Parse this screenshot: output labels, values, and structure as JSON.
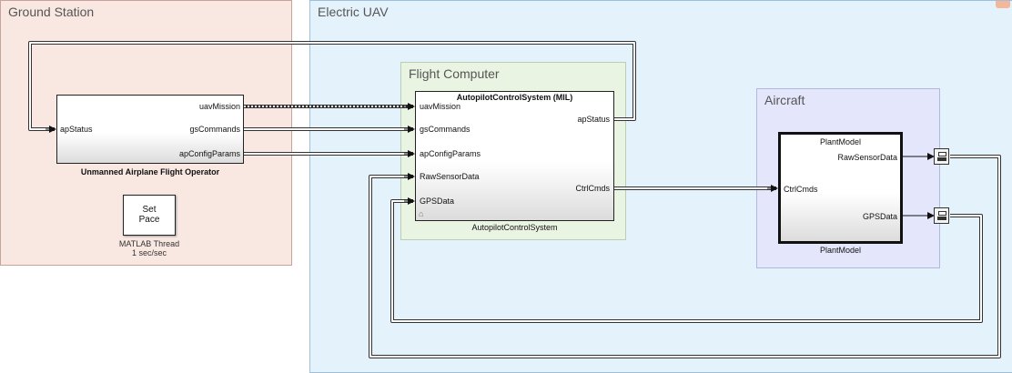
{
  "areas": {
    "ground_station": "Ground Station",
    "electric_uav": "Electric UAV",
    "flight_computer": "Flight Computer",
    "aircraft": "Aircraft"
  },
  "blocks": {
    "operator": {
      "name": "Unmanned Airplane Flight Operator",
      "in_ports": [
        "apStatus"
      ],
      "out_ports": [
        "uavMission",
        "gsCommands",
        "apConfigParams"
      ]
    },
    "autopilot": {
      "title": "AutopilotControlSystem (MIL)",
      "name": "AutopilotControlSystem",
      "in_ports": [
        "uavMission",
        "gsCommands",
        "apConfigParams",
        "RawSensorData",
        "GPSData"
      ],
      "out_ports": [
        "apStatus",
        "CtrlCmds"
      ]
    },
    "plant": {
      "title": "PlantModel",
      "name": "PlantModel",
      "in_ports": [
        "CtrlCmds"
      ],
      "out_ports": [
        "RawSensorData",
        "GPSData"
      ]
    },
    "set_pace": {
      "label_line1": "Set",
      "label_line2": "Pace",
      "caption_line1": "MATLAB Thread",
      "caption_line2": "1 sec/sec"
    }
  }
}
